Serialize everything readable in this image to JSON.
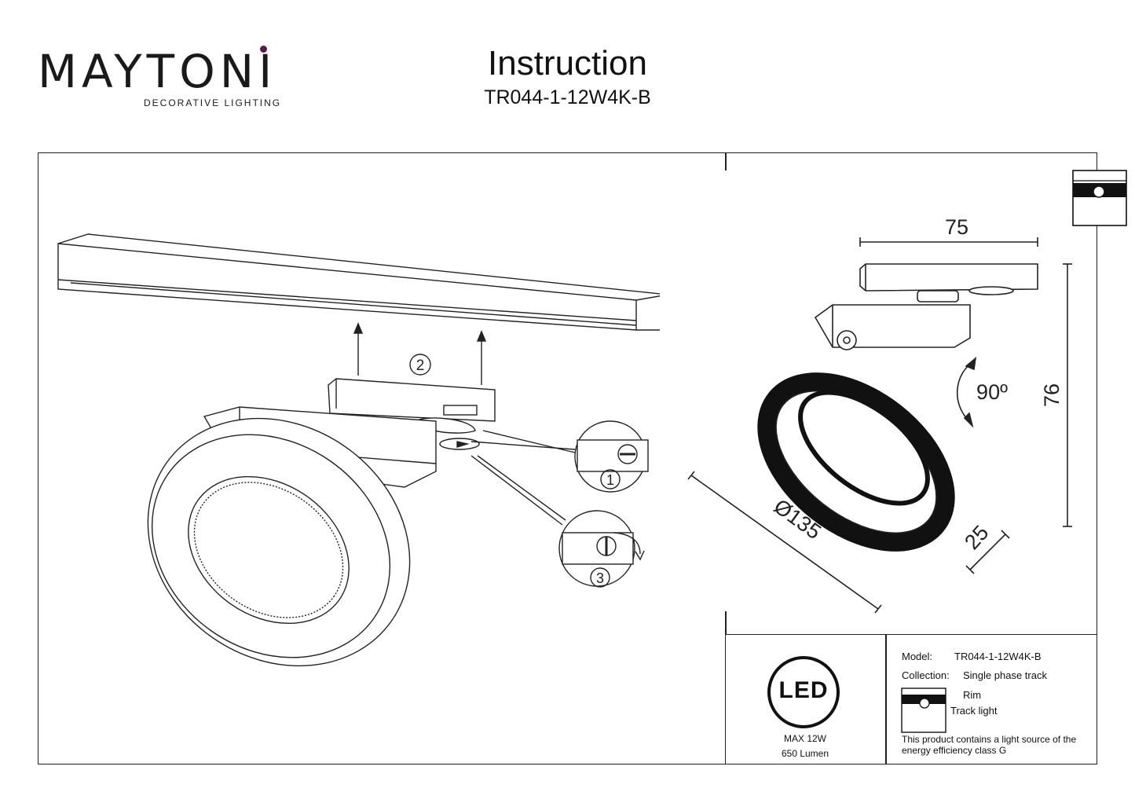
{
  "header": {
    "brand": "MAYTONI",
    "brand_tagline": "DECORATIVE LIGHTING",
    "title": "Instruction",
    "model": "TR044-1-12W4K-B"
  },
  "diagram": {
    "step_labels": [
      "1",
      "2",
      "3"
    ],
    "dimensions": {
      "width": "75",
      "height": "76",
      "diameter": "Ø135",
      "depth": "25",
      "rotation": "90º"
    }
  },
  "led_badge": {
    "label": "LED",
    "power": "MAX 12W",
    "lumen": "650 Lumen"
  },
  "info": {
    "model_label": "Model:",
    "model_value": "TR044-1-12W4K-B",
    "collection_label": "Collection:",
    "collection_value": "Single phase track",
    "name": "Rim",
    "type": "Track light",
    "energy_note_1": "This product contains a light source of the",
    "energy_note_2": "energy efficiency class G"
  }
}
